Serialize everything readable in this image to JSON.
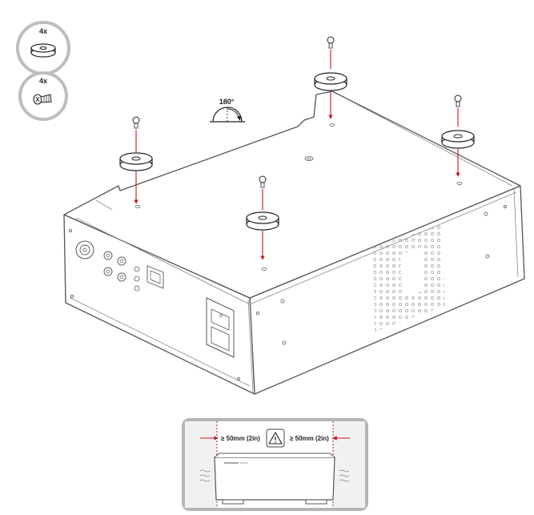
{
  "parts": {
    "feet": {
      "quantity": "4x",
      "icon": "rubber-foot-icon"
    },
    "screws": {
      "quantity": "4x",
      "icon": "screw-icon"
    }
  },
  "rotation": {
    "label": "180°",
    "icon": "rotate-icon"
  },
  "clearance": {
    "left_label": "≥ 50mm (2in)",
    "right_label": "≥ 50mm (2in)",
    "warning_icon": "warning-triangle-icon"
  },
  "colors": {
    "arrow": "#c8161d",
    "outline": "#555555",
    "badge_ring": "#bdbdbd"
  }
}
